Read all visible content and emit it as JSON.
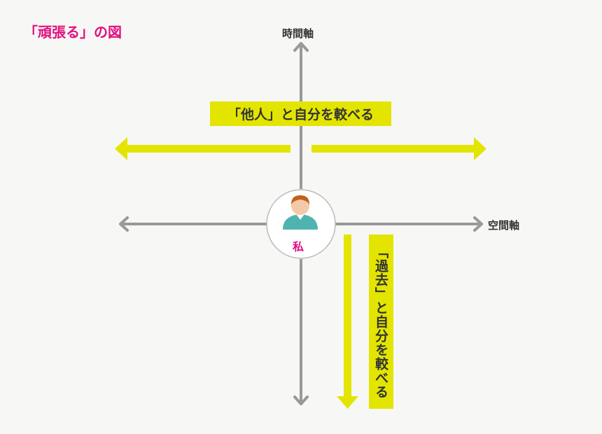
{
  "title": "「頑張る」の図",
  "axes": {
    "time": "時間軸",
    "space": "空間軸"
  },
  "center": {
    "label": "私",
    "icon": "person-icon"
  },
  "comparisons": {
    "others": "「他人」と自分を較べる",
    "past": "「過去」と自分を較べる"
  },
  "colors": {
    "accent": "#e0107f",
    "highlight": "#e3e500",
    "axis": "#999999",
    "person_shirt": "#4fb3b0",
    "person_skin": "#f5c8a8",
    "person_hair": "#c0621c"
  }
}
